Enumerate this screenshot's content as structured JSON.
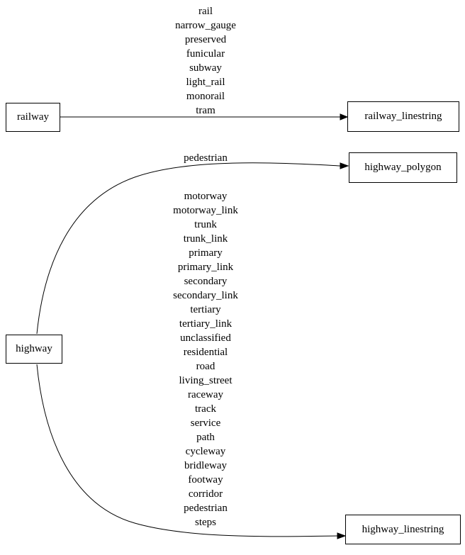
{
  "diagram": {
    "nodes": {
      "railway": {
        "label": "railway"
      },
      "railway_linestring": {
        "label": "railway_linestring"
      },
      "highway": {
        "label": "highway"
      },
      "highway_polygon": {
        "label": "highway_polygon"
      },
      "highway_linestring": {
        "label": "highway_linestring"
      }
    },
    "edges": [
      {
        "from": "railway",
        "to": "railway_linestring",
        "labels": [
          "rail",
          "narrow_gauge",
          "preserved",
          "funicular",
          "subway",
          "light_rail",
          "monorail",
          "tram"
        ]
      },
      {
        "from": "highway",
        "to": "highway_polygon",
        "labels": [
          "pedestrian"
        ]
      },
      {
        "from": "highway",
        "to": "highway_linestring",
        "labels": [
          "motorway",
          "motorway_link",
          "trunk",
          "trunk_link",
          "primary",
          "primary_link",
          "secondary",
          "secondary_link",
          "tertiary",
          "tertiary_link",
          "unclassified",
          "residential",
          "road",
          "living_street",
          "raceway",
          "track",
          "service",
          "path",
          "cycleway",
          "bridleway",
          "footway",
          "corridor",
          "pedestrian",
          "steps"
        ]
      }
    ],
    "colors": {
      "line": "#000000",
      "background": "#ffffff",
      "text": "#000000"
    }
  }
}
